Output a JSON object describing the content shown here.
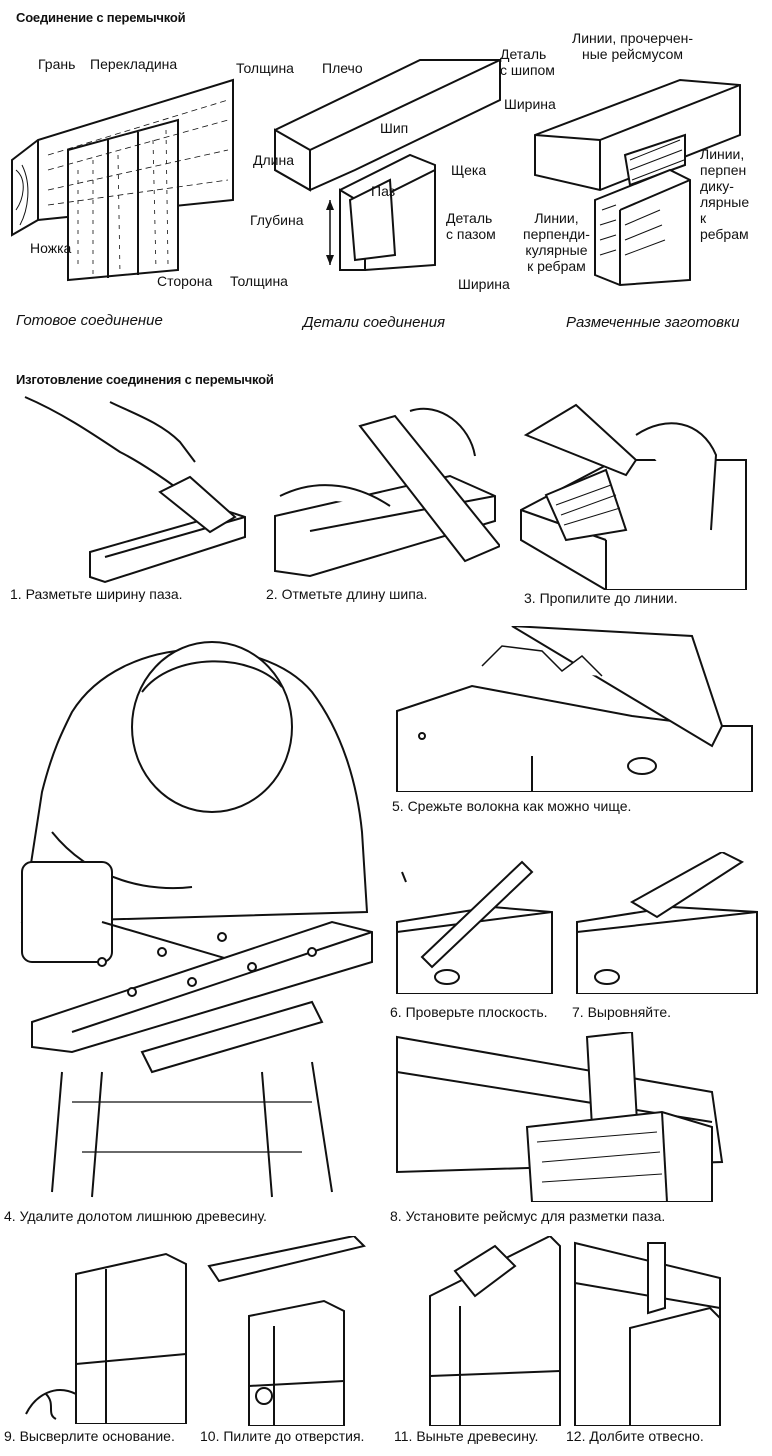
{
  "section1": {
    "title": "Соединение с перемычкой",
    "labels": {
      "gran": "Грань",
      "perekladina": "Перекладина",
      "tolshchina1": "Толщина",
      "plecho": "Плечо",
      "detal_ship": "Деталь\nс шипом",
      "linii_reysmus": "Линии, прочерчен-\nные рейсмусом",
      "shirina1": "Ширина",
      "ship": "Шип",
      "dlina": "Длина",
      "shcheka": "Щека",
      "linii_perpen_right": "Линии,\nперпен\nдику-\nлярные\nк\nребрам",
      "paz": "Паз",
      "glubina": "Глубина",
      "detal_paz": "Деталь\nс пазом",
      "linii_perpen_left": "Линии,\nперпенди-\nкулярные\nк ребрам",
      "nozhka": "Ножка",
      "storona": "Сторона",
      "tolshchina2": "Толщина",
      "shirina2": "Ширина"
    },
    "captions": {
      "gotovoe": "Готовое соединение",
      "detali": "Детали соединения",
      "razmechennye": "Размеченные заготовки"
    }
  },
  "section2": {
    "title": "Изготовление соединения с перемычкой",
    "steps": [
      "1. Разметьте ширину паза.",
      "2. Отметьте длину шипа.",
      "3. Пропилите до линии.",
      "4. Удалите долотом лишнюю древесину.",
      "5. Срежьте волокна как можно чище.",
      "6. Проверьте плоскость.",
      "7. Выровняйте.",
      "8. Установите рейсмус для разметки паза.",
      "9. Высверлите основание.",
      "10. Пилите до отверстия.",
      "11. Выньте древесину.",
      "12. Долбите отвесно."
    ]
  }
}
